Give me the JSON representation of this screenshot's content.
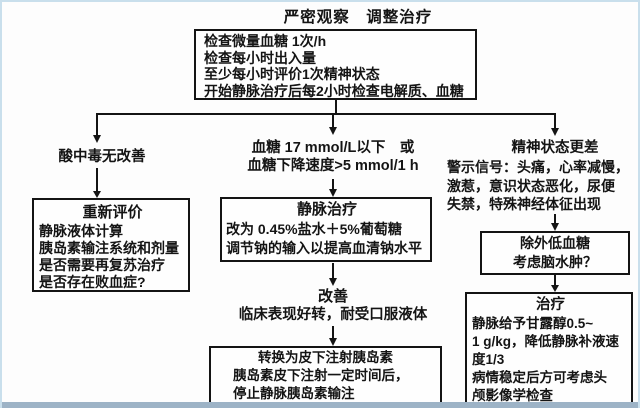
{
  "frame": {
    "border_color": "#c9dfec",
    "bottom_band_color": "#9db3c6",
    "ink_color": "#141414",
    "background": "#fdfdfd"
  },
  "title": "严密观察　调整治疗",
  "monitor_box": {
    "lines": [
      "检查微量血糖 1次/h",
      "检查每小时出入量",
      "至少每小时评价1次精神状态",
      "开始静脉治疗后每2小时检查电解质、血糖"
    ]
  },
  "branches": {
    "left": {
      "label": "酸中毒无改善",
      "box": {
        "title": "重新评价",
        "lines": [
          "静脉液体计算",
          "胰岛素输注系统和剂量",
          "是否需要再复苏治疗",
          "是否存在败血症?"
        ]
      }
    },
    "middle": {
      "label_lines": [
        "血糖 17 mmol/L以下　或",
        "血糖下降速度>5 mmol/1 h"
      ],
      "iv_box": {
        "title": "静脉治疗",
        "lines": [
          "改为 0.45%盐水＋5%葡萄糖",
          "调节钠的输入以提高血清钠水平"
        ]
      },
      "improve": {
        "title": "改善",
        "line": "临床表现好转，耐受口服液体"
      },
      "switch_box": {
        "title": "转换为皮下注射胰岛素",
        "lines": [
          "胰岛素皮下注射一定时间后，",
          "停止静脉胰岛素输注"
        ]
      }
    },
    "right": {
      "label": "精神状态更差",
      "warning_lines": [
        "警示信号：头痛，心率减慢，",
        "激惹，意识状态恶化，尿便",
        "失禁，特殊神经体征出现"
      ],
      "exclude_box": {
        "lines": [
          "除外低血糖",
          "考虑脑水肿？"
        ]
      },
      "treat_box": {
        "title": "治疗",
        "lines": [
          "静脉给予甘露醇0.5~",
          "1 g/kg，降低静脉补液速",
          "度1/3",
          "病情稳定后方可考虑头",
          "颅影像学检查"
        ]
      }
    }
  }
}
